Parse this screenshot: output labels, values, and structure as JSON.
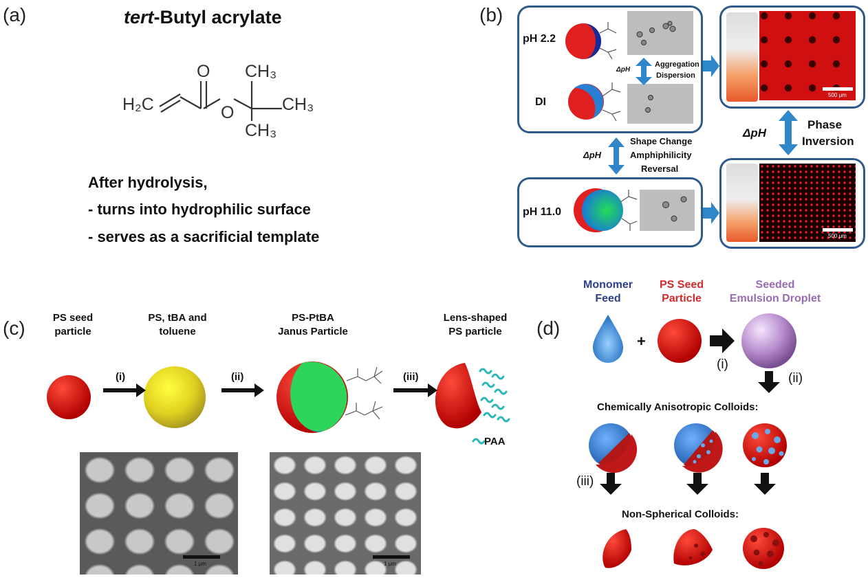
{
  "panel_a": {
    "label": "(a)",
    "title_italic": "tert",
    "title_rest": "-Butyl acrylate",
    "chem": {
      "h2c": "H₂C",
      "o_top": "O",
      "o_mid": "O",
      "ch3_top": "CH₃",
      "ch3_right": "CH₃",
      "ch3_bottom": "CH₃"
    },
    "notes": [
      "After hydrolysis,",
      "- turns into hydrophilic surface",
      "- serves as a sacrificial template"
    ]
  },
  "panel_b": {
    "label": "(b)",
    "ph_low": "pH 2.2",
    "di": "DI",
    "ph_high": "pH 11.0",
    "dph": "ΔpH",
    "aggregation": "Aggregation",
    "dispersion": "Dispersion",
    "shape_change": "Shape Change",
    "amphiphilicity": "Amphiphilicity",
    "reversal": "Reversal",
    "phase": "Phase",
    "inversion": "Inversion",
    "scale1": "500 μm",
    "scale2": "500 μm"
  },
  "panel_c": {
    "label": "(c)",
    "step1_l1": "PS seed",
    "step1_l2": "particle",
    "step2_l1": "PS, tBA and",
    "step2_l2": "toluene",
    "step3_l1": "PS-PtBA",
    "step3_l2": "Janus Particle",
    "step4_l1": "Lens-shaped",
    "step4_l2": "PS particle",
    "arrow1": "(i)",
    "arrow2": "(ii)",
    "arrow3": "(iii)",
    "paa": "PAA",
    "scale_left": "1 μm",
    "scale_right": "1 μm"
  },
  "panel_d": {
    "label": "(d)",
    "monomer_l1": "Monomer",
    "monomer_l2": "Feed",
    "seed_l1": "PS Seed",
    "seed_l2": "Particle",
    "emul_l1": "Seeded",
    "emul_l2": "Emulsion Droplet",
    "plus": "+",
    "step_i": "(i)",
    "step_ii": "(ii)",
    "step_iii": "(iii)",
    "chem_aniso": "Chemically Anisotropic Colloids:",
    "non_sph": "Non-Spherical Colloids:",
    "colors": {
      "monomer": "#2b3f8c",
      "seed": "#d42a2a",
      "emulsion": "#9a6bb0"
    }
  }
}
